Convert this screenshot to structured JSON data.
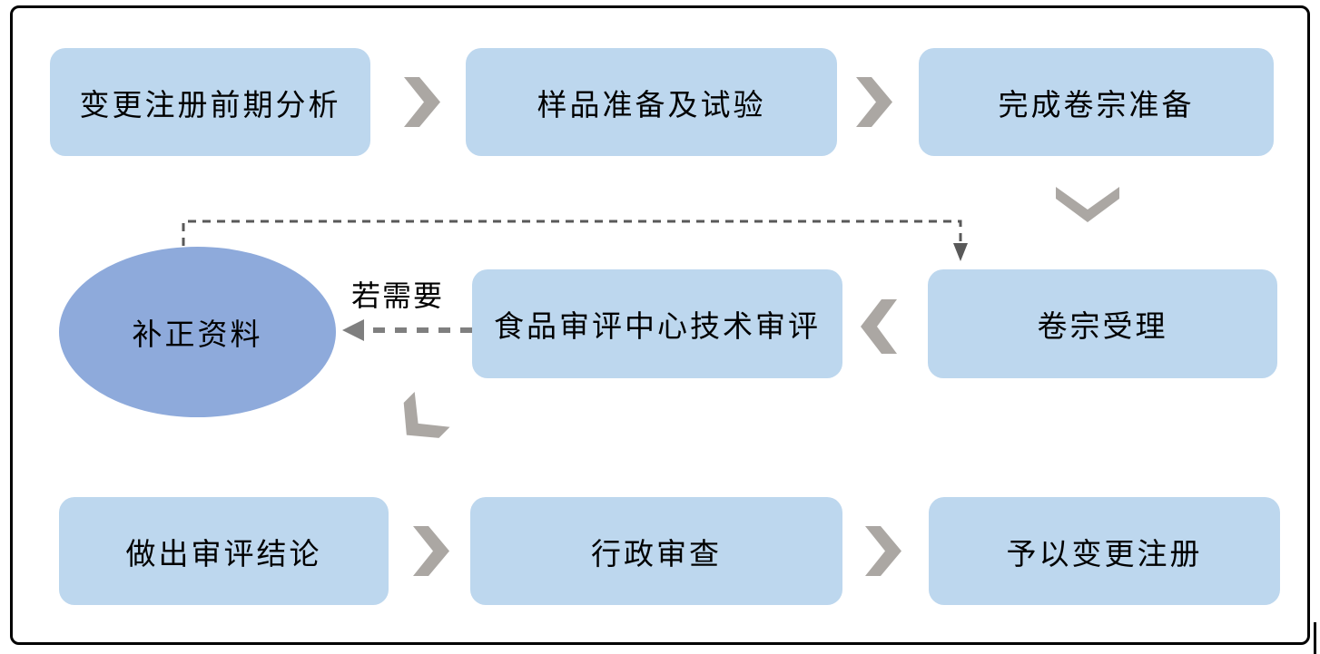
{
  "colors": {
    "background": "#ffffff",
    "frame_border": "#000000",
    "node_fill": "#bdd7ee",
    "ellipse_fill": "#8eaadb",
    "chevron": "#aba7a3",
    "dashed_feedback": "#595959",
    "dashed_if_needed": "#7f7f7f",
    "text": "#000000"
  },
  "nodes": {
    "pre_analysis": "变更注册前期分析",
    "sample_prep": "样品准备及试验",
    "dossier_prep": "完成卷宗准备",
    "dossier_acceptance": "卷宗受理",
    "technical_review": "食品审评中心技术审评",
    "supplement": "补正资料",
    "conclusion": "做出审评结论",
    "admin_review": "行政审查",
    "grant": "予以变更注册"
  },
  "edge_labels": {
    "if_needed": "若需要"
  }
}
